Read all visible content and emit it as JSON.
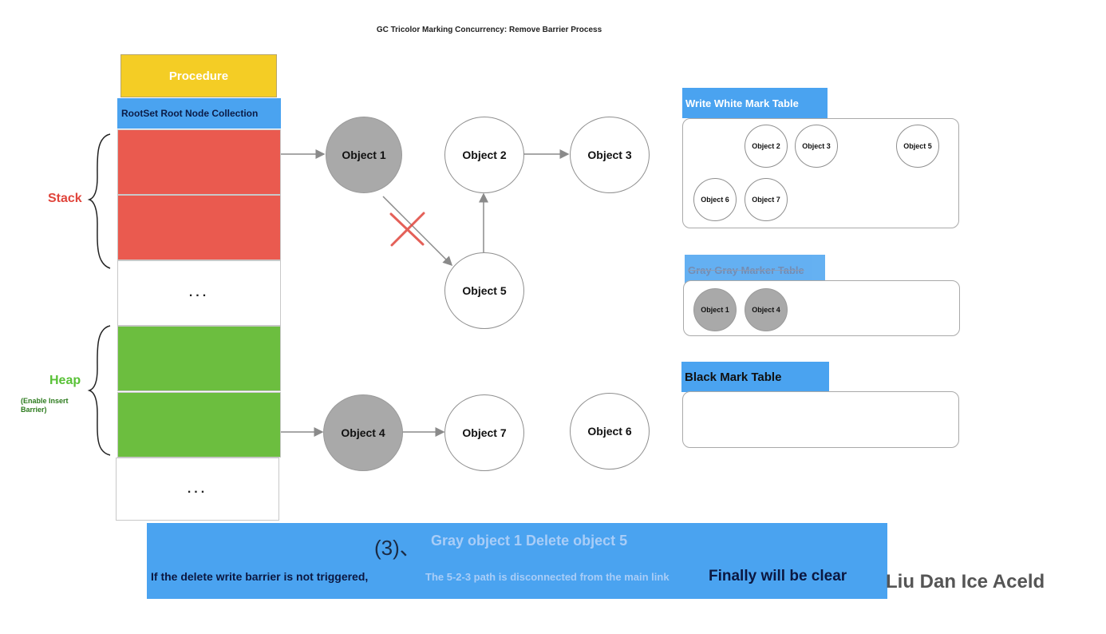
{
  "title": "GC Tricolor Marking Concurrency: Remove Barrier Process",
  "left_panel": {
    "procedure_label": "Procedure",
    "rootset_label": "RootSet Root Node Collection",
    "stack_label": "Stack",
    "heap_label": "Heap",
    "heap_sublabel": "(Enable Insert Barrier)",
    "ellipsis": "..."
  },
  "objects": {
    "object1": "Object 1",
    "object2": "Object 2",
    "object3": "Object 3",
    "object4": "Object 4",
    "object5": "Object 5",
    "object6": "Object 6",
    "object7": "Object 7"
  },
  "tables": {
    "white": {
      "label": "Write White Mark Table",
      "items": [
        "Object 2",
        "Object 3",
        "Object 5",
        "Object 6",
        "Object 7"
      ]
    },
    "gray": {
      "label": "Gray Gray Marker Table",
      "items": [
        "Object 1",
        "Object 4"
      ]
    },
    "black": {
      "label": "Black Mark Table",
      "items": []
    }
  },
  "caption": {
    "step_number": "(3)、",
    "step_text": "Gray object 1 Delete object 5",
    "line_left": "If the delete write barrier is not triggered,",
    "line_mid": "The 5-2-3 path is disconnected from the main link",
    "line_right": "Finally will be clear"
  },
  "author": "Liu Dan Ice Aceld",
  "colors": {
    "procedure": "#f4cd25",
    "blue": "#4aa3f0",
    "stack": "#ea5a4f",
    "heap": "#6cbe3f",
    "gray_node": "#a9a9a9",
    "cut_mark": "#e0453c"
  }
}
